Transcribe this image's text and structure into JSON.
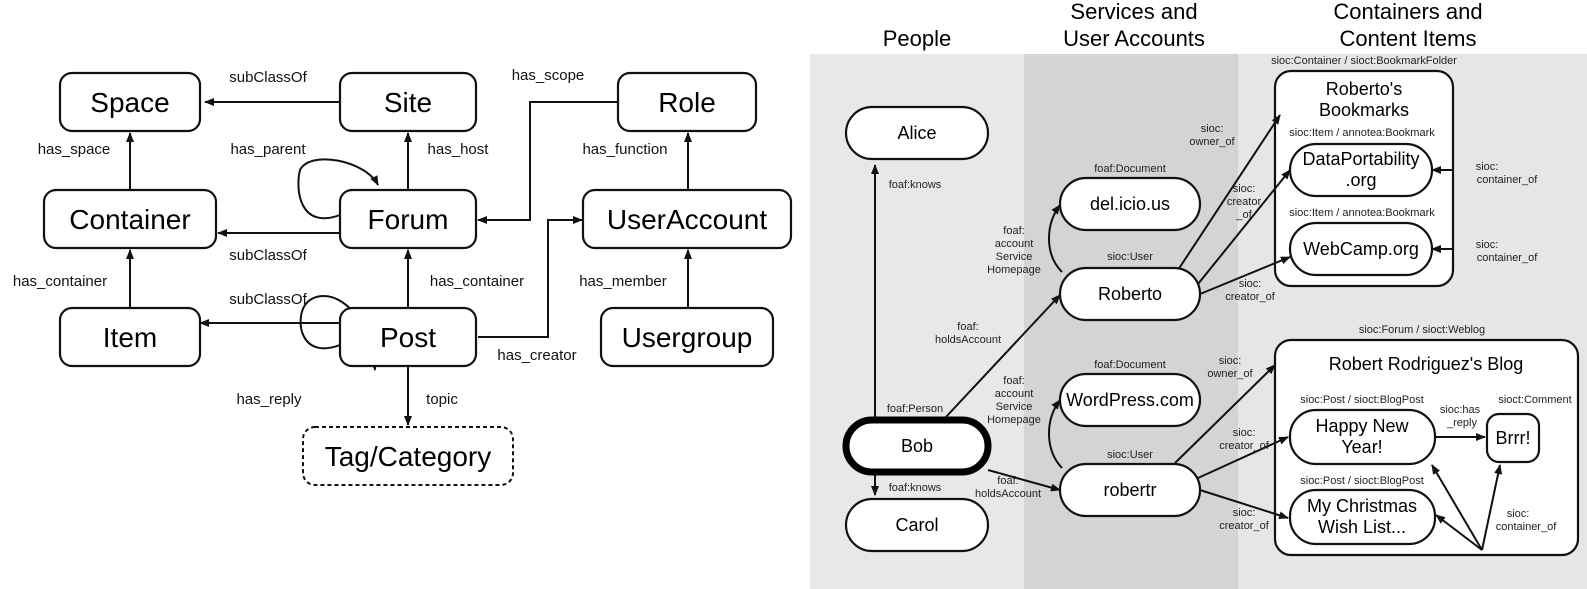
{
  "left": {
    "nodes": {
      "space": "Space",
      "site": "Site",
      "role": "Role",
      "container": "Container",
      "forum": "Forum",
      "useraccount": "UserAccount",
      "item": "Item",
      "post": "Post",
      "usergroup": "Usergroup",
      "tag": "Tag/Category"
    },
    "edges": {
      "site_space": "subClassOf",
      "forum_container": "subClassOf",
      "post_item": "subClassOf",
      "has_space": "has_space",
      "has_parent": "has_parent",
      "has_host": "has_host",
      "has_scope": "has_scope",
      "has_function": "has_function",
      "has_container_left": "has_container",
      "has_container_mid": "has_container",
      "has_member": "has_member",
      "has_creator": "has_creator",
      "has_reply": "has_reply",
      "topic": "topic"
    }
  },
  "right": {
    "columns": {
      "people_line1": "People",
      "services_line1": "Services and",
      "services_line2": "User Accounts",
      "containers_line1": "Containers and",
      "containers_line2": "Content Items"
    },
    "nodes": {
      "alice": "Alice",
      "bob": "Bob",
      "carol": "Carol",
      "delicious": "del.icio.us",
      "roberto": "Roberto",
      "wordpress": "WordPress.com",
      "robertr": "robertr",
      "bookmarks_line1": "Roberto's",
      "bookmarks_line2": "Bookmarks",
      "dataportability_line1": "DataPortability",
      "dataportability_line2": ".org",
      "webcamp": "WebCamp.org",
      "blog": "Robert Rodriguez's Blog",
      "happy_line1": "Happy New",
      "happy_line2": "Year!",
      "wish_line1": "My Christmas",
      "wish_line2": "Wish List...",
      "brrr": "Brrr!"
    },
    "types": {
      "foaf_person": "foaf:Person",
      "foaf_document_1": "foaf:Document",
      "sioc_user_1": "sioc:User",
      "foaf_document_2": "foaf:Document",
      "sioc_user_2": "sioc:User",
      "bookmark_folder": "sioc:Container / sioct:BookmarkFolder",
      "bookmark_1": "sioc:Item / annotea:Bookmark",
      "bookmark_2": "sioc:Item / annotea:Bookmark",
      "weblog": "sioc:Forum / sioct:Weblog",
      "blogpost_1": "sioc:Post / sioct:BlogPost",
      "blogpost_2": "sioc:Post / sioct:BlogPost",
      "comment": "sioct:Comment"
    },
    "edge_labels": {
      "knows_alice": "foaf:knows",
      "knows_carol": "foaf:knows",
      "holds_1_line1": "foaf:",
      "holds_1_line2": "holdsAccount",
      "holds_2_line1": "foaf:",
      "holds_2_line2": "holdsAccount",
      "acct_1_line1": "foaf:",
      "acct_1_line2": "account",
      "acct_1_line3": "Service",
      "acct_1_line4": "Homepage",
      "acct_2_line1": "foaf:",
      "acct_2_line2": "account",
      "acct_2_line3": "Service",
      "acct_2_line4": "Homepage",
      "owner_1_line1": "sioc:",
      "owner_1_line2": "owner_of",
      "creator_1_line1": "sioc:",
      "creator_1_line2": "creator",
      "creator_1_line3": "_of",
      "creator_2_line1": "sioc:",
      "creator_2_line2": "creator_of",
      "container_1_line1": "sioc:",
      "container_1_line2": "container_of",
      "container_2_line1": "sioc:",
      "container_2_line2": "container_of",
      "owner_2_line1": "sioc:",
      "owner_2_line2": "owner_of",
      "creator_3_line1": "sioc:",
      "creator_3_line2": "creator_of",
      "creator_4_line1": "sioc:",
      "creator_4_line2": "creator_of",
      "has_reply_line1": "sioc:has",
      "has_reply_line2": "_reply",
      "container_3_line1": "sioc:",
      "container_3_line2": "container_of"
    }
  },
  "colors": {
    "band_people": "#e8e8e8",
    "band_services": "#d4d4d4",
    "band_containers": "#e6e6e6"
  }
}
